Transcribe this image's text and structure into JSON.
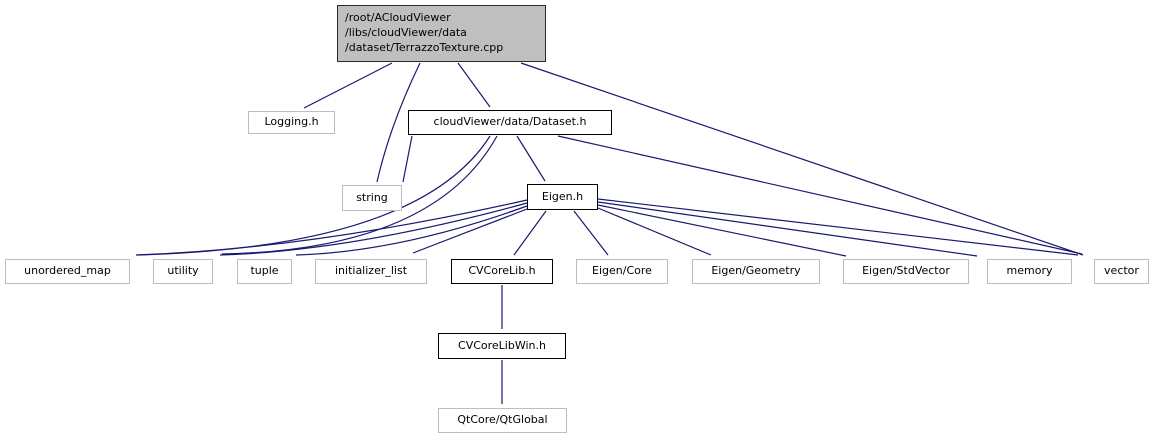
{
  "diagram": {
    "kind": "include-dependency-graph",
    "colors": {
      "edge": "#191970",
      "current_node_fill": "#bfbfbf",
      "documented_border": "#000000",
      "external_border": "#bdbdbd",
      "background": "#ffffff",
      "text": "#000000"
    },
    "nodes": [
      {
        "id": "cpp",
        "label": "/root/ACloudViewer\n/libs/cloudViewer/data\n/dataset/TerrazzoTexture.cpp",
        "kind": "current"
      },
      {
        "id": "logging",
        "label": "Logging.h",
        "kind": "external"
      },
      {
        "id": "dataset",
        "label": "cloudViewer/data/Dataset.h",
        "kind": "documented"
      },
      {
        "id": "string",
        "label": "string",
        "kind": "external"
      },
      {
        "id": "eigen",
        "label": "Eigen.h",
        "kind": "documented"
      },
      {
        "id": "unordered_map",
        "label": "unordered_map",
        "kind": "external"
      },
      {
        "id": "utility",
        "label": "utility",
        "kind": "external"
      },
      {
        "id": "tuple",
        "label": "tuple",
        "kind": "external"
      },
      {
        "id": "initializer_list",
        "label": "initializer_list",
        "kind": "external"
      },
      {
        "id": "cvcorelib",
        "label": "CVCoreLib.h",
        "kind": "documented"
      },
      {
        "id": "eigen_core",
        "label": "Eigen/Core",
        "kind": "external"
      },
      {
        "id": "eigen_geometry",
        "label": "Eigen/Geometry",
        "kind": "external"
      },
      {
        "id": "eigen_stdvector",
        "label": "Eigen/StdVector",
        "kind": "external"
      },
      {
        "id": "memory",
        "label": "memory",
        "kind": "external"
      },
      {
        "id": "vector",
        "label": "vector",
        "kind": "external"
      },
      {
        "id": "cvcorelibwin",
        "label": "CVCoreLibWin.h",
        "kind": "documented"
      },
      {
        "id": "qtglobal",
        "label": "QtCore/QtGlobal",
        "kind": "external"
      }
    ],
    "edges": [
      {
        "from": "cpp",
        "to": "logging"
      },
      {
        "from": "cpp",
        "to": "string"
      },
      {
        "from": "cpp",
        "to": "dataset"
      },
      {
        "from": "cpp",
        "to": "vector"
      },
      {
        "from": "dataset",
        "to": "string"
      },
      {
        "from": "dataset",
        "to": "eigen"
      },
      {
        "from": "dataset",
        "to": "unordered_map"
      },
      {
        "from": "dataset",
        "to": "utility"
      },
      {
        "from": "dataset",
        "to": "vector"
      },
      {
        "from": "eigen",
        "to": "unordered_map"
      },
      {
        "from": "eigen",
        "to": "utility"
      },
      {
        "from": "eigen",
        "to": "tuple"
      },
      {
        "from": "eigen",
        "to": "initializer_list"
      },
      {
        "from": "eigen",
        "to": "cvcorelib"
      },
      {
        "from": "eigen",
        "to": "eigen_core"
      },
      {
        "from": "eigen",
        "to": "eigen_geometry"
      },
      {
        "from": "eigen",
        "to": "eigen_stdvector"
      },
      {
        "from": "eigen",
        "to": "memory"
      },
      {
        "from": "eigen",
        "to": "vector"
      },
      {
        "from": "cvcorelib",
        "to": "cvcorelibwin"
      },
      {
        "from": "cvcorelibwin",
        "to": "qtglobal"
      }
    ]
  }
}
